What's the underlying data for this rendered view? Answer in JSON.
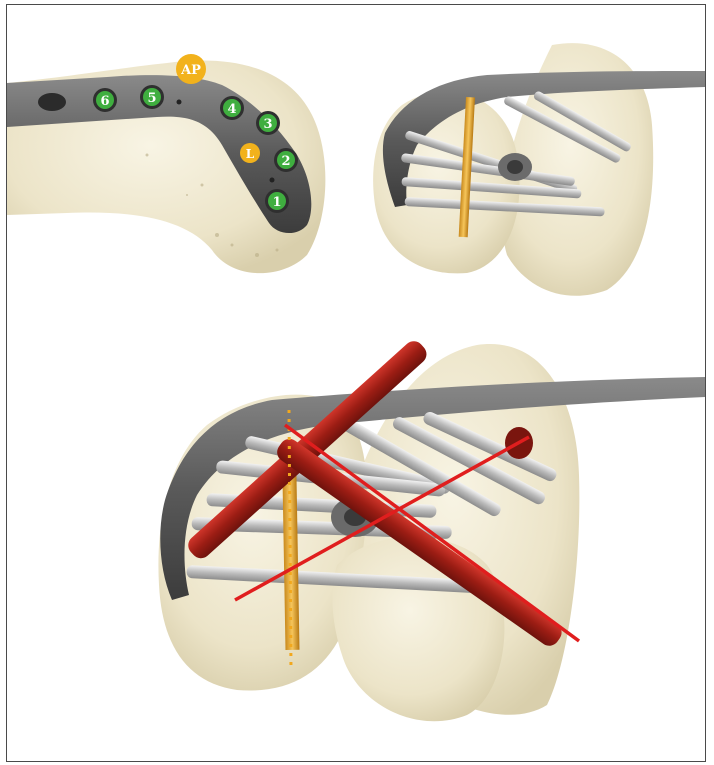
{
  "figure": {
    "top_left": {
      "holes": [
        {
          "label": "6",
          "color": "#3fae3f"
        },
        {
          "label": "5",
          "color": "#3fae3f"
        },
        {
          "label": "4",
          "color": "#3fae3f"
        },
        {
          "label": "3",
          "color": "#3fae3f"
        },
        {
          "label": "2",
          "color": "#3fae3f"
        },
        {
          "label": "1",
          "color": "#3fae3f"
        }
      ],
      "ap_badge": {
        "label": "AP",
        "color": "#f2b21c"
      },
      "l_badge": {
        "label": "L",
        "color": "#f2b21c"
      }
    },
    "colors": {
      "bone": "#efe9d2",
      "plate": "#5b5b5b",
      "screw_silver": "#c9c9c9",
      "screw_gold": "#e4a531",
      "wrong_screw": "#b3231a",
      "cross": "#e01e1e",
      "guide_line": "#f2a81d"
    }
  }
}
